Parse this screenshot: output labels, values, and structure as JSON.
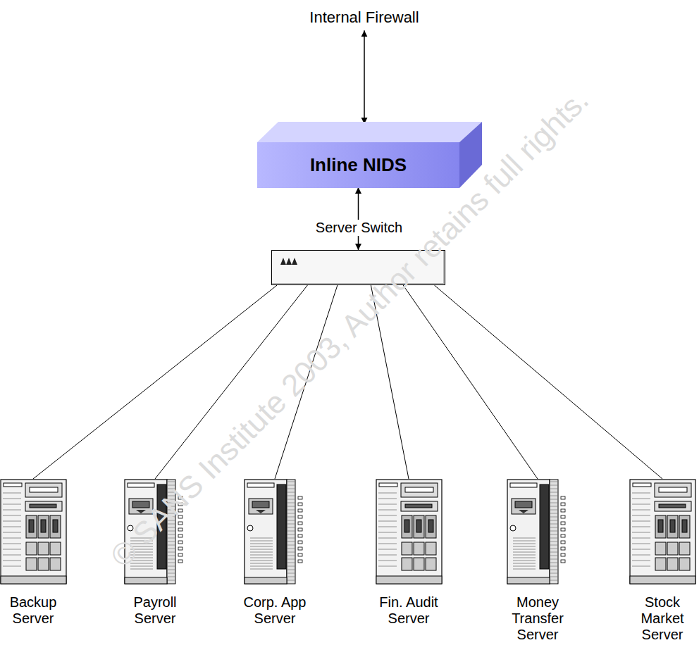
{
  "diagram": {
    "nodes": [
      {
        "text": [
          "Internal Firewall"
        ]
      },
      {
        "text": [
          "Inline NIDS"
        ]
      },
      {
        "text": [
          "Server Switch"
        ]
      },
      {
        "text": [
          "Backup Server"
        ]
      },
      {
        "text": [
          "Payroll Server"
        ]
      },
      {
        "text": [
          "Corp. App Server"
        ]
      },
      {
        "text": [
          "Fin. Audit Server"
        ]
      },
      {
        "text": [
          "Money Transfer Server"
        ]
      },
      {
        "text": [
          "Stock Market Server"
        ]
      }
    ],
    "edges": [
      {
        "from": 0,
        "to": 1,
        "arrow": "both"
      },
      {
        "from": 1,
        "to": 2,
        "arrow": "both"
      },
      {
        "from": 2,
        "to": 3,
        "arrow": "none"
      },
      {
        "from": 2,
        "to": 4,
        "arrow": "none"
      },
      {
        "from": 2,
        "to": 5,
        "arrow": "none"
      },
      {
        "from": 2,
        "to": 6,
        "arrow": "none"
      },
      {
        "from": 2,
        "to": 7,
        "arrow": "none"
      },
      {
        "from": 2,
        "to": 8,
        "arrow": "none"
      }
    ],
    "labels": [
      "© SANS Institute 2003, Author retains full rights."
    ]
  }
}
